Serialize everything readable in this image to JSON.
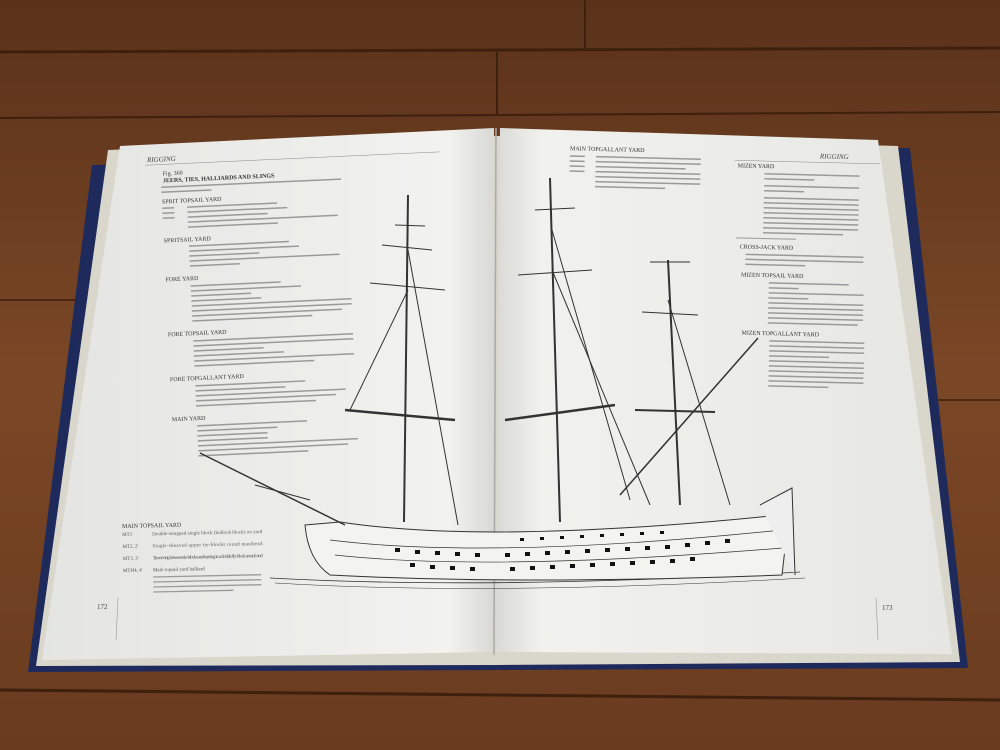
{
  "left_page": {
    "running_head": "RIGGING",
    "figure_number": "Fig. 360",
    "figure_title": "JEERS, TIES, HALLIARDS AND SLINGS",
    "sections": [
      "SPRIT TOPSAIL YARD",
      "SPRITSAIL YARD",
      "FORE YARD",
      "FORE TOPSAIL YARD",
      "FORE TOPGALLANT YARD",
      "MAIN YARD"
    ],
    "main_topsail": {
      "heading": "MAIN TOPSAIL YARD",
      "entries": [
        {
          "code": "MT1",
          "text": "Double-strapped single block (bullock block) on yard"
        },
        {
          "code": "MT2, 2'",
          "text": "Single-sheaved upper tie-blocks round masthead"
        },
        {
          "code": "MT3, 3'",
          "text": "Tie reeving between tie-blocks and turning in a double fly-block at each end"
        },
        {
          "code": "MTH4, 4'",
          "text": "Main topsail yard halliard"
        }
      ]
    },
    "page_number": "172"
  },
  "right_page": {
    "running_head": "RIGGING",
    "sections": [
      "MAIN TOPGALLANT YARD",
      "MIZEN YARD",
      "CROSS-JACK YARD",
      "MIZEN TOPSAIL YARD",
      "MIZEN TOPGALLANT YARD"
    ],
    "page_number": "173"
  },
  "colors": {
    "wood": "#6b3f22",
    "cover": "#1f2a5c",
    "paper": "#ecedea"
  }
}
